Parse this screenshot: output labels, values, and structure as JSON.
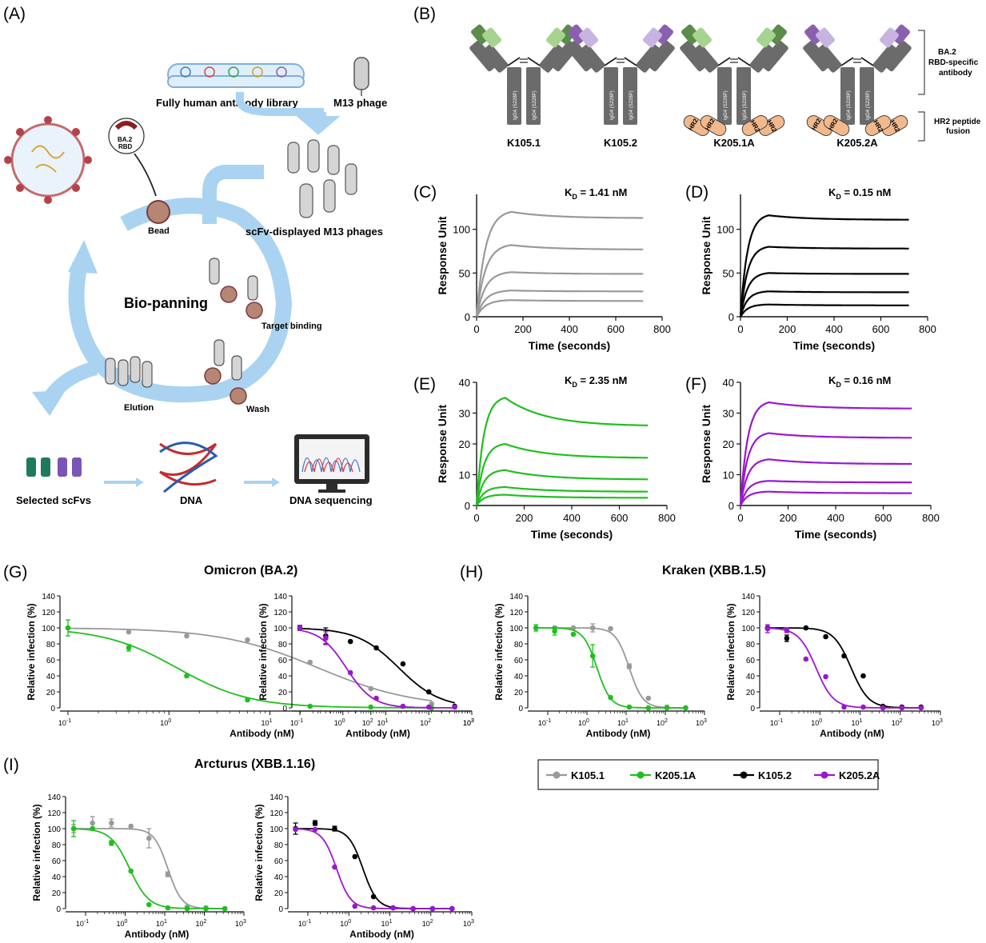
{
  "panel_labels": [
    "(A)",
    "(B)",
    "(C)",
    "(D)",
    "(E)",
    "(F)",
    "(G)",
    "(H)",
    "(I)"
  ],
  "schematic_a": {
    "library": "Fully human antibody library",
    "phage": "M13 phage",
    "target_line1": "BA.2",
    "target_line2": "RBD",
    "bead": "Bead",
    "displayed": "scFv-displayed M13 phages",
    "panning": "Bio-panning",
    "target_binding": "Target binding",
    "elution": "Elution",
    "wash": "Wash",
    "selected": "Selected scFvs",
    "dna": "DNA",
    "sequencing": "DNA sequencing"
  },
  "schematic_b": {
    "antibodies": [
      "K105.1",
      "K105.2",
      "K205.1A",
      "K205.2A"
    ],
    "hinge_label": "IgG4 (S228P)",
    "hr2_label": "HR2",
    "bracket_top": [
      "BA.2",
      "RBD-specific",
      "antibody"
    ],
    "bracket_bottom": [
      "HR2 peptide",
      "fusion"
    ],
    "colors": {
      "dark_green": "#5a8c4a",
      "light_green": "#a6d38f",
      "dark_purple": "#8a5fb0",
      "light_purple": "#c8b4e0",
      "constant": "#6b6b6b",
      "hr2": "#f2b98c"
    }
  },
  "chart_data": [
    {
      "id": "C",
      "type": "line",
      "kd_label": "1.41 nM",
      "color": "#999999",
      "xlabel": "Time (seconds)",
      "ylabel": "Response Unit",
      "xlim": [
        0,
        800
      ],
      "ylim": [
        0,
        140
      ],
      "xticks": [
        0,
        200,
        400,
        600,
        800
      ],
      "yticks": [
        0,
        50,
        100
      ],
      "assoc_end": 150,
      "x_end": 720,
      "series": [
        {
          "peak": 120,
          "end": 113
        },
        {
          "peak": 82,
          "end": 77
        },
        {
          "peak": 51,
          "end": 49
        },
        {
          "peak": 30,
          "end": 29
        },
        {
          "peak": 19,
          "end": 18
        }
      ]
    },
    {
      "id": "D",
      "type": "line",
      "kd_label": "0.15 nM",
      "color": "#000000",
      "xlabel": "Time (seconds)",
      "ylabel": "Response Unit",
      "xlim": [
        0,
        800
      ],
      "ylim": [
        0,
        140
      ],
      "xticks": [
        0,
        200,
        400,
        600,
        800
      ],
      "yticks": [
        0,
        50,
        100
      ],
      "assoc_end": 120,
      "x_end": 720,
      "series": [
        {
          "peak": 116,
          "end": 111
        },
        {
          "peak": 80,
          "end": 78
        },
        {
          "peak": 50,
          "end": 49
        },
        {
          "peak": 29,
          "end": 28
        },
        {
          "peak": 14,
          "end": 13
        }
      ]
    },
    {
      "id": "E",
      "type": "line",
      "kd_label": "2.35 nM",
      "color": "#1fbf1f",
      "xlabel": "Time (seconds)",
      "ylabel": "Response Unit",
      "xlim": [
        0,
        800
      ],
      "ylim": [
        0,
        40
      ],
      "xticks": [
        0,
        200,
        400,
        600,
        800
      ],
      "yticks": [
        0,
        10,
        20,
        30,
        40
      ],
      "assoc_end": 120,
      "x_end": 720,
      "series": [
        {
          "peak": 35,
          "end": 26
        },
        {
          "peak": 20,
          "end": 15.5
        },
        {
          "peak": 11.5,
          "end": 8.5
        },
        {
          "peak": 6,
          "end": 4.5
        },
        {
          "peak": 3.5,
          "end": 2.5
        }
      ]
    },
    {
      "id": "F",
      "type": "line",
      "kd_label": "0.16 nM",
      "color": "#9a17d0",
      "xlabel": "Time (seconds)",
      "ylabel": "Response Unit",
      "xlim": [
        0,
        800
      ],
      "ylim": [
        0,
        40
      ],
      "xticks": [
        0,
        200,
        400,
        600,
        800
      ],
      "yticks": [
        0,
        10,
        20,
        30,
        40
      ],
      "assoc_end": 120,
      "x_end": 720,
      "series": [
        {
          "peak": 33.5,
          "end": 31.5
        },
        {
          "peak": 23.5,
          "end": 22
        },
        {
          "peak": 15,
          "end": 13.5
        },
        {
          "peak": 8,
          "end": 7.5
        },
        {
          "peak": 4.5,
          "end": 4
        }
      ]
    }
  ],
  "neutralization": {
    "xlabel": "Antibody (nM)",
    "ylabel": "Relative infection (%)",
    "yticks": [
      0,
      20,
      40,
      60,
      80,
      100,
      120,
      140
    ],
    "xdecades": [
      -1,
      0,
      1,
      2,
      3
    ],
    "titles": {
      "G": "Omicron (BA.2)",
      "H": "Kraken (XBB.1.5)",
      "I": "Arcturus (XBB.1.16)"
    },
    "legend": [
      {
        "name": "K105.1",
        "color": "#999999"
      },
      {
        "name": "K205.1A",
        "color": "#1fbf1f"
      },
      {
        "name": "K105.2",
        "color": "#000000"
      },
      {
        "name": "K205.2A",
        "color": "#9a17d0"
      }
    ],
    "plots": [
      {
        "id": "G1",
        "xmin": 0.06,
        "series": [
          {
            "name": "K105.1",
            "ic50": 30,
            "hill": 0.9,
            "x": [
              0.1,
              0.4,
              1.5,
              6,
              25,
              100,
              400
            ],
            "y": [
              100,
              95,
              90,
              85,
              57,
              24,
              5
            ],
            "err": [
              0,
              0,
              0,
              0,
              0,
              0,
              0
            ]
          },
          {
            "name": "K205.1A",
            "ic50": 1.2,
            "hill": 1.2,
            "x": [
              0.1,
              0.4,
              1.5,
              6,
              25,
              100,
              400
            ],
            "y": [
              100,
              75,
              40,
              10,
              2,
              1,
              0
            ],
            "err": [
              10,
              4,
              0,
              0,
              0,
              0,
              0
            ]
          }
        ]
      },
      {
        "id": "G2",
        "xmin": 0.06,
        "series": [
          {
            "name": "K105.2",
            "ic50": 20,
            "hill": 0.9,
            "x": [
              0.1,
              0.4,
              1.5,
              6,
              25,
              100,
              400
            ],
            "y": [
              100,
              90,
              83,
              75,
              55,
              20,
              2
            ],
            "err": [
              3,
              10,
              0,
              0,
              0,
              0,
              0
            ]
          },
          {
            "name": "K205.2A",
            "ic50": 1.2,
            "hill": 1.4,
            "x": [
              0.1,
              0.4,
              1.5,
              6,
              25,
              100,
              400
            ],
            "y": [
              100,
              87,
              44,
              12,
              2,
              1,
              1
            ],
            "err": [
              0,
              8,
              0,
              0,
              0,
              0,
              0
            ]
          }
        ]
      },
      {
        "id": "H1",
        "xmin": 0.035,
        "series": [
          {
            "name": "K105.1",
            "ic50": 12,
            "hill": 2.5,
            "x": [
              0.05,
              0.15,
              0.45,
              1.4,
              4,
              12,
              37,
              110,
              330
            ],
            "y": [
              100,
              100,
              100,
              100,
              99,
              52,
              12,
              1,
              0
            ],
            "err": [
              0,
              0,
              0,
              5,
              0,
              3,
              0,
              0,
              0
            ]
          },
          {
            "name": "K205.1A",
            "ic50": 1.8,
            "hill": 2.5,
            "x": [
              0.05,
              0.15,
              0.45,
              1.4,
              4,
              12,
              37,
              110,
              330
            ],
            "y": [
              100,
              96,
              92,
              65,
              13,
              1,
              0,
              0,
              0
            ],
            "err": [
              4,
              5,
              0,
              14,
              0,
              0,
              0,
              0,
              0
            ]
          }
        ]
      },
      {
        "id": "H2",
        "xmin": 0.035,
        "series": [
          {
            "name": "K105.2",
            "ic50": 6,
            "hill": 2.0,
            "x": [
              0.05,
              0.15,
              0.45,
              1.4,
              4,
              12,
              37,
              110,
              330
            ],
            "y": [
              100,
              87,
              100,
              89,
              65,
              40,
              2,
              1,
              1
            ],
            "err": [
              0,
              4,
              0,
              0,
              0,
              0,
              0,
              0,
              0
            ]
          },
          {
            "name": "K205.2A",
            "ic50": 0.8,
            "hill": 2.0,
            "x": [
              0.05,
              0.15,
              0.45,
              1.4,
              4,
              12,
              37,
              110,
              330
            ],
            "y": [
              99,
              97,
              61,
              39,
              1,
              1,
              0,
              0,
              0
            ],
            "err": [
              5,
              3,
              0,
              0,
              0,
              0,
              0,
              0,
              0
            ]
          }
        ]
      },
      {
        "id": "I1",
        "xmin": 0.035,
        "series": [
          {
            "name": "K105.1",
            "ic50": 12,
            "hill": 2.5,
            "x": [
              0.05,
              0.15,
              0.45,
              1.4,
              4,
              12,
              37,
              110,
              330
            ],
            "y": [
              100,
              107,
              107,
              103,
              88,
              43,
              2,
              1,
              0
            ],
            "err": [
              5,
              8,
              5,
              0,
              12,
              3,
              0,
              0,
              0
            ]
          },
          {
            "name": "K205.1A",
            "ic50": 1.3,
            "hill": 1.8,
            "x": [
              0.05,
              0.15,
              0.45,
              1.4,
              4,
              12,
              37,
              110,
              330
            ],
            "y": [
              100,
              100,
              82,
              47,
              5,
              1,
              0,
              0,
              0
            ],
            "err": [
              10,
              0,
              3,
              0,
              0,
              0,
              0,
              0,
              0
            ]
          }
        ]
      },
      {
        "id": "I2",
        "xmin": 0.035,
        "series": [
          {
            "name": "K105.2",
            "ic50": 2.2,
            "hill": 2.5,
            "x": [
              0.05,
              0.15,
              0.45,
              1.4,
              4,
              12,
              37,
              110,
              330
            ],
            "y": [
              100,
              107,
              100,
              65,
              15,
              1,
              0,
              0,
              0
            ],
            "err": [
              7,
              3,
              3,
              0,
              0,
              0,
              0,
              0,
              0
            ]
          },
          {
            "name": "K205.2A",
            "ic50": 0.5,
            "hill": 2.5,
            "x": [
              0.05,
              0.15,
              0.45,
              1.4,
              4,
              12,
              37,
              110,
              330
            ],
            "y": [
              99,
              99,
              52,
              3,
              1,
              1,
              0,
              0,
              0
            ],
            "err": [
              0,
              0,
              0,
              0,
              0,
              0,
              0,
              0,
              0
            ]
          }
        ]
      }
    ]
  }
}
